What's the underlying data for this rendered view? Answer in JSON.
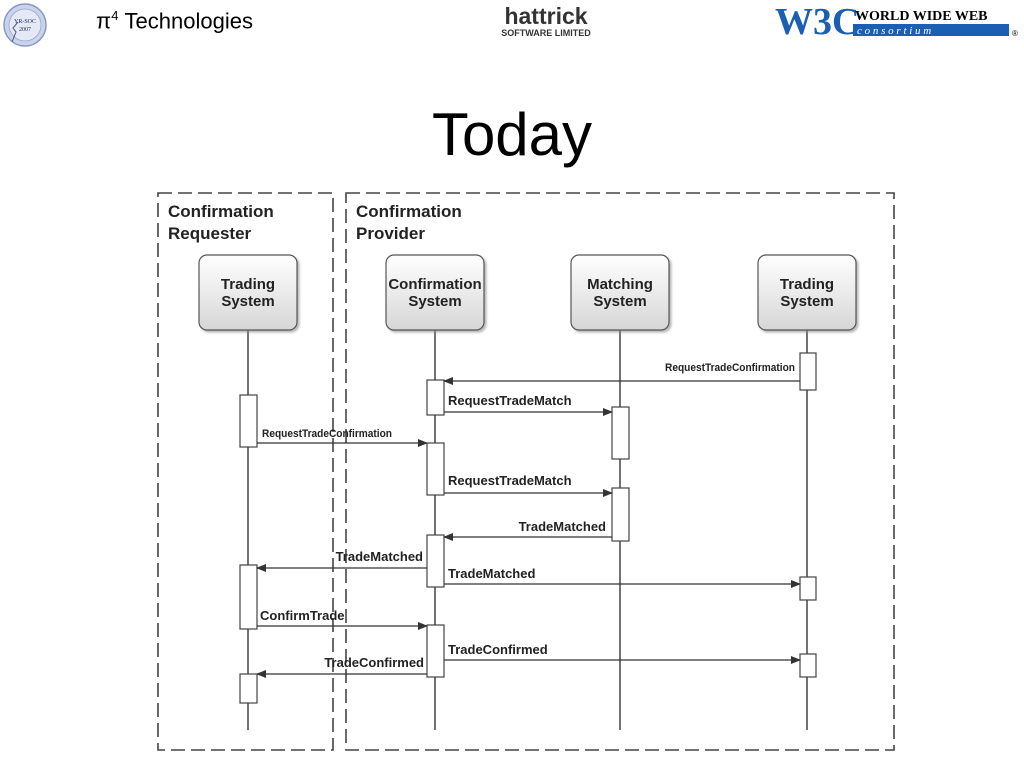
{
  "header": {
    "yrsoc_logo_text": [
      "YR-SOC",
      "2007"
    ],
    "company": "π",
    "company_sup": "4",
    "company_rest": " Technologies",
    "hattrick_logo": "hattrick",
    "hattrick_sub": "SOFTWARE LIMITED",
    "w3c_logo": "W3C",
    "w3c_line1": "WORLD  WIDE  WEB",
    "w3c_line2": "c o n s o r t i u m",
    "w3c_reg": "®"
  },
  "title": "Today",
  "diagram": {
    "groups": [
      {
        "id": "requester",
        "label": [
          "Confirmation",
          "Requester"
        ]
      },
      {
        "id": "provider",
        "label": [
          "Confirmation",
          "Provider"
        ]
      }
    ],
    "lifelines": [
      {
        "id": "req-trading",
        "label": [
          "Trading",
          "System"
        ]
      },
      {
        "id": "confirmation",
        "label": [
          "Confirmation",
          "System"
        ]
      },
      {
        "id": "matching",
        "label": [
          "Matching",
          "System"
        ]
      },
      {
        "id": "prov-trading",
        "label": [
          "Trading",
          "System"
        ]
      }
    ],
    "messages": [
      {
        "from": "prov-trading",
        "to": "confirmation",
        "label": "RequestTradeConfirmation"
      },
      {
        "from": "confirmation",
        "to": "matching",
        "label": "RequestTradeMatch"
      },
      {
        "from": "req-trading",
        "to": "confirmation",
        "label": "RequestTradeConfirmation"
      },
      {
        "from": "confirmation",
        "to": "matching",
        "label": "RequestTradeMatch"
      },
      {
        "from": "matching",
        "to": "confirmation",
        "label": "TradeMatched"
      },
      {
        "from": "confirmation",
        "to": "req-trading",
        "label": "TradeMatched"
      },
      {
        "from": "confirmation",
        "to": "prov-trading",
        "label": "TradeMatched"
      },
      {
        "from": "req-trading",
        "to": "confirmation",
        "label": "ConfirmTrade"
      },
      {
        "from": "confirmation",
        "to": "prov-trading",
        "label": "TradeConfirmed"
      },
      {
        "from": "confirmation",
        "to": "req-trading",
        "label": "TradeConfirmed"
      }
    ]
  },
  "colors": {
    "w3c_blue": "#1a5fb4",
    "hattrick_gray": "#333333",
    "lifeline_box_top": "#ffffff",
    "lifeline_box_bottom": "#dcdcdc",
    "line": "#333333"
  }
}
